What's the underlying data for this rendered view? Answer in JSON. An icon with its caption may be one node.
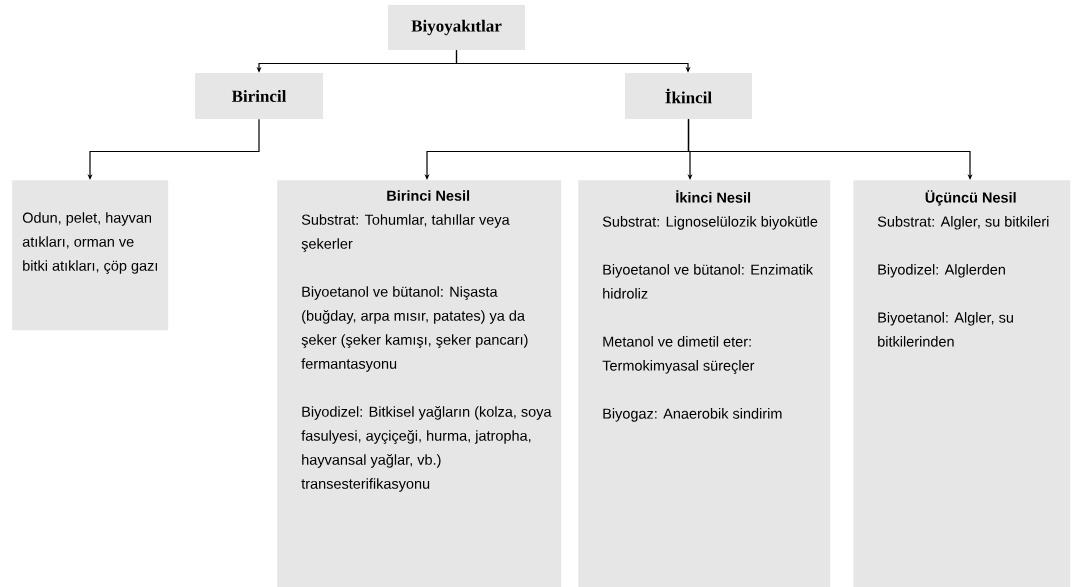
{
  "diagram": {
    "nodes": [
      {
        "text": [
          "Biyoyakıtlar"
        ]
      },
      {
        "text": [
          "Birincil"
        ]
      },
      {
        "text": [
          "İkincil"
        ]
      },
      {
        "text": [
          "Odun, pelet, hayvan atıkları, orman ve bitki atıkları, çöp gazı"
        ]
      },
      {
        "text": [
          "Birinci Nesil",
          "Substrat: Tohumlar, tahıllar veya şekerler",
          "Biyoetanol ve bütanol: Nişasta (buğday, arpa mısır, patates) ya da şeker (şeker kamışı, şeker pancarı) fermantasyonu",
          "Biyodizel: Bitkisel yağların (kolza, soya fasulyesi, ayçiçeği, hurma, jatropha, hayvansal yağlar, vb.) transesterifikasyonu"
        ]
      },
      {
        "text": [
          "İkinci Nesil",
          "Substrat: Lignoselülozik biyokütle",
          "Biyoetanol ve bütanol: Enzimatik hidroliz",
          "Metanol ve dimetil  eter: Termokimyasal süreçler",
          "Biyogaz: Anaerobik sindirim"
        ]
      },
      {
        "text": [
          "Üçüncü Nesil",
          "Substrat: Algler, su bitkileri",
          "Biyodizel: Alglerden",
          "Biyoetanol: Algler, su bitkilerinden"
        ]
      }
    ],
    "edges": [
      {
        "from": 0,
        "to": 1,
        "arrow": "to"
      },
      {
        "from": 0,
        "to": 2,
        "arrow": "to"
      },
      {
        "from": 1,
        "to": 3,
        "arrow": "to"
      },
      {
        "from": 2,
        "to": 4,
        "arrow": "to"
      },
      {
        "from": 2,
        "to": 5,
        "arrow": "to"
      },
      {
        "from": 2,
        "to": 6,
        "arrow": "to"
      }
    ]
  }
}
